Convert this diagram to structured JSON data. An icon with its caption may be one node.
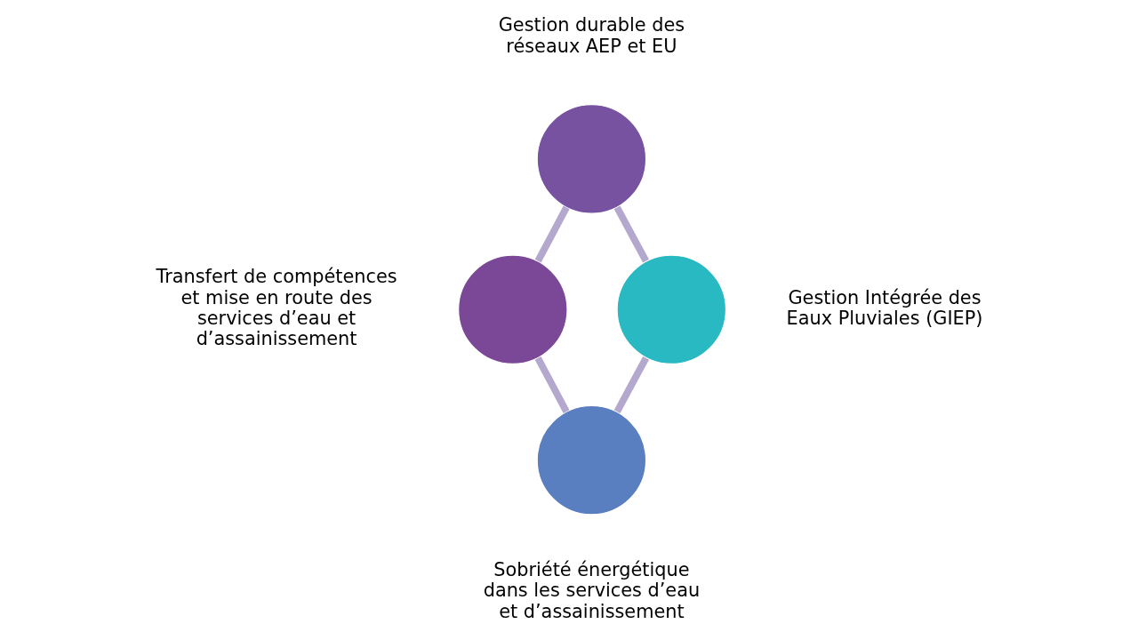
{
  "diagram": {
    "nodes": [
      {
        "text": [],
        "shape": "circle",
        "beside": [
          "Gestion durable des réseaux AEP et EU"
        ]
      },
      {
        "text": [],
        "shape": "circle",
        "beside": [
          "Transfert de compétences et mise en route des services d’eau et d’assainissement"
        ]
      },
      {
        "text": [],
        "shape": "circle",
        "beside": [
          "Gestion Intégrée des Eaux Pluviales (GIEP)"
        ]
      },
      {
        "text": [],
        "shape": "circle",
        "beside": [
          "Sobriété énergétique dans les services d’eau et d’assainissement"
        ]
      }
    ],
    "edges": [
      {
        "from": 0,
        "to": 2,
        "arrow": "none"
      },
      {
        "from": 2,
        "to": 3,
        "arrow": "none"
      },
      {
        "from": 3,
        "to": 1,
        "arrow": "none"
      },
      {
        "from": 1,
        "to": 0,
        "arrow": "none"
      }
    ]
  }
}
